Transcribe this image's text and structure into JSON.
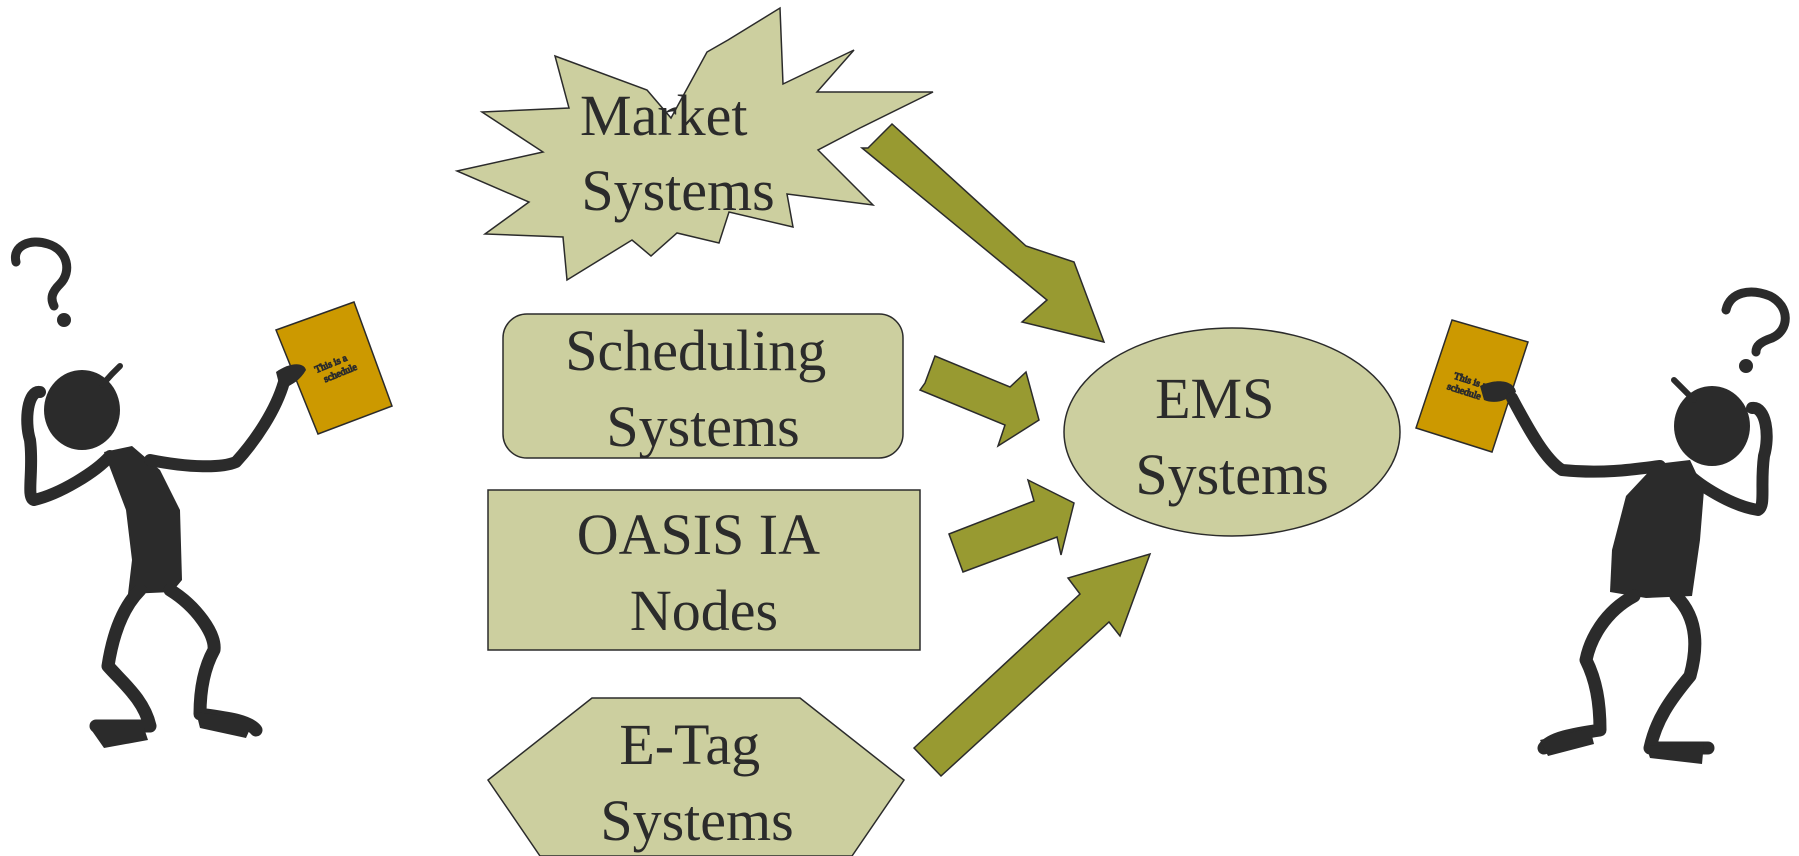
{
  "colors": {
    "node_fill": "#cccf9f",
    "node_stroke": "#2b2b2b",
    "arrow_fill": "#989a31",
    "book_fill": "#cc9900",
    "figure_fill": "#2b2b2b"
  },
  "nodes": {
    "market": {
      "line1": "Market",
      "line2": "Systems"
    },
    "scheduling": {
      "line1": "Scheduling",
      "line2": "Systems"
    },
    "oasis": {
      "line1": "OASIS IA",
      "line2": "Nodes"
    },
    "etag": {
      "line1": "E-Tag",
      "line2": "Systems"
    },
    "ems": {
      "line1": "EMS",
      "line2": "Systems"
    }
  },
  "figures": {
    "left_book": {
      "line1": "This is a",
      "line2": "schedule"
    },
    "right_book": {
      "line1": "This is a",
      "line2": "schedule"
    },
    "icons": [
      "question-mark-icon",
      "person-icon",
      "book-icon"
    ]
  }
}
